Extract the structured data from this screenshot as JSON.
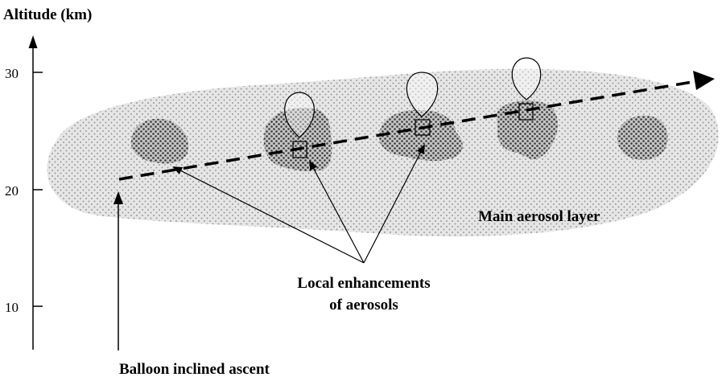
{
  "axis": {
    "title": "Altitude (km)",
    "ticks": [
      "30",
      "20",
      "10"
    ]
  },
  "labels": {
    "main_layer": "Main aerosol layer",
    "local_line1": "Local enhancements",
    "local_line2": "of aerosols",
    "balloon": "Balloon inclined ascent"
  },
  "colors": {
    "layer_fill": "#e6e6e6",
    "layer_dots": "#9a9a9a",
    "dense_fill": "#c4c4c4",
    "dense_dots": "#3a3a3a",
    "ink": "#000000"
  }
}
